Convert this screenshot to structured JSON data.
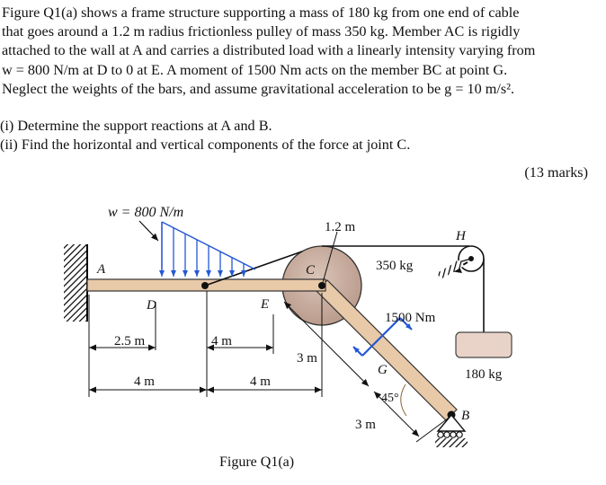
{
  "problem": {
    "lines": [
      "Figure Q1(a) shows a frame structure supporting a mass of 180 kg from one end of cable",
      "that goes around a 1.2 m radius frictionless pulley of mass 350 kg. Member AC is rigidly",
      "attached to the wall at A and carries a distributed load with a linearly intensity varying from",
      "w = 800 N/m at D to 0 at E.  A moment of 1500 Nm acts on the member BC at point G.",
      "Neglect the weights of the bars, and assume gravitational acceleration to be g = 10 m/s²."
    ],
    "q1": "(i)  Determine the support reactions at A and B.",
    "q2": "(ii) Find the horizontal and vertical components of the force at joint C.",
    "marks": "(13 marks)"
  },
  "figure": {
    "caption": "Figure Q1(a)",
    "labels": {
      "w": "w = 800 N/m",
      "A": "A",
      "B": "B",
      "C": "C",
      "D": "D",
      "E": "E",
      "G": "G",
      "H": "H",
      "radius": "1.2 m",
      "pulley_mass": "350 kg",
      "moment": "1500 Nm",
      "hanging_mass": "180 kg",
      "angle": "45°",
      "dim_2_5": "2.5 m",
      "dim_4a": "4 m",
      "dim_4b": "4 m",
      "dim_4c": "4 m",
      "dim_3a": "3 m",
      "dim_3b": "3 m"
    }
  }
}
